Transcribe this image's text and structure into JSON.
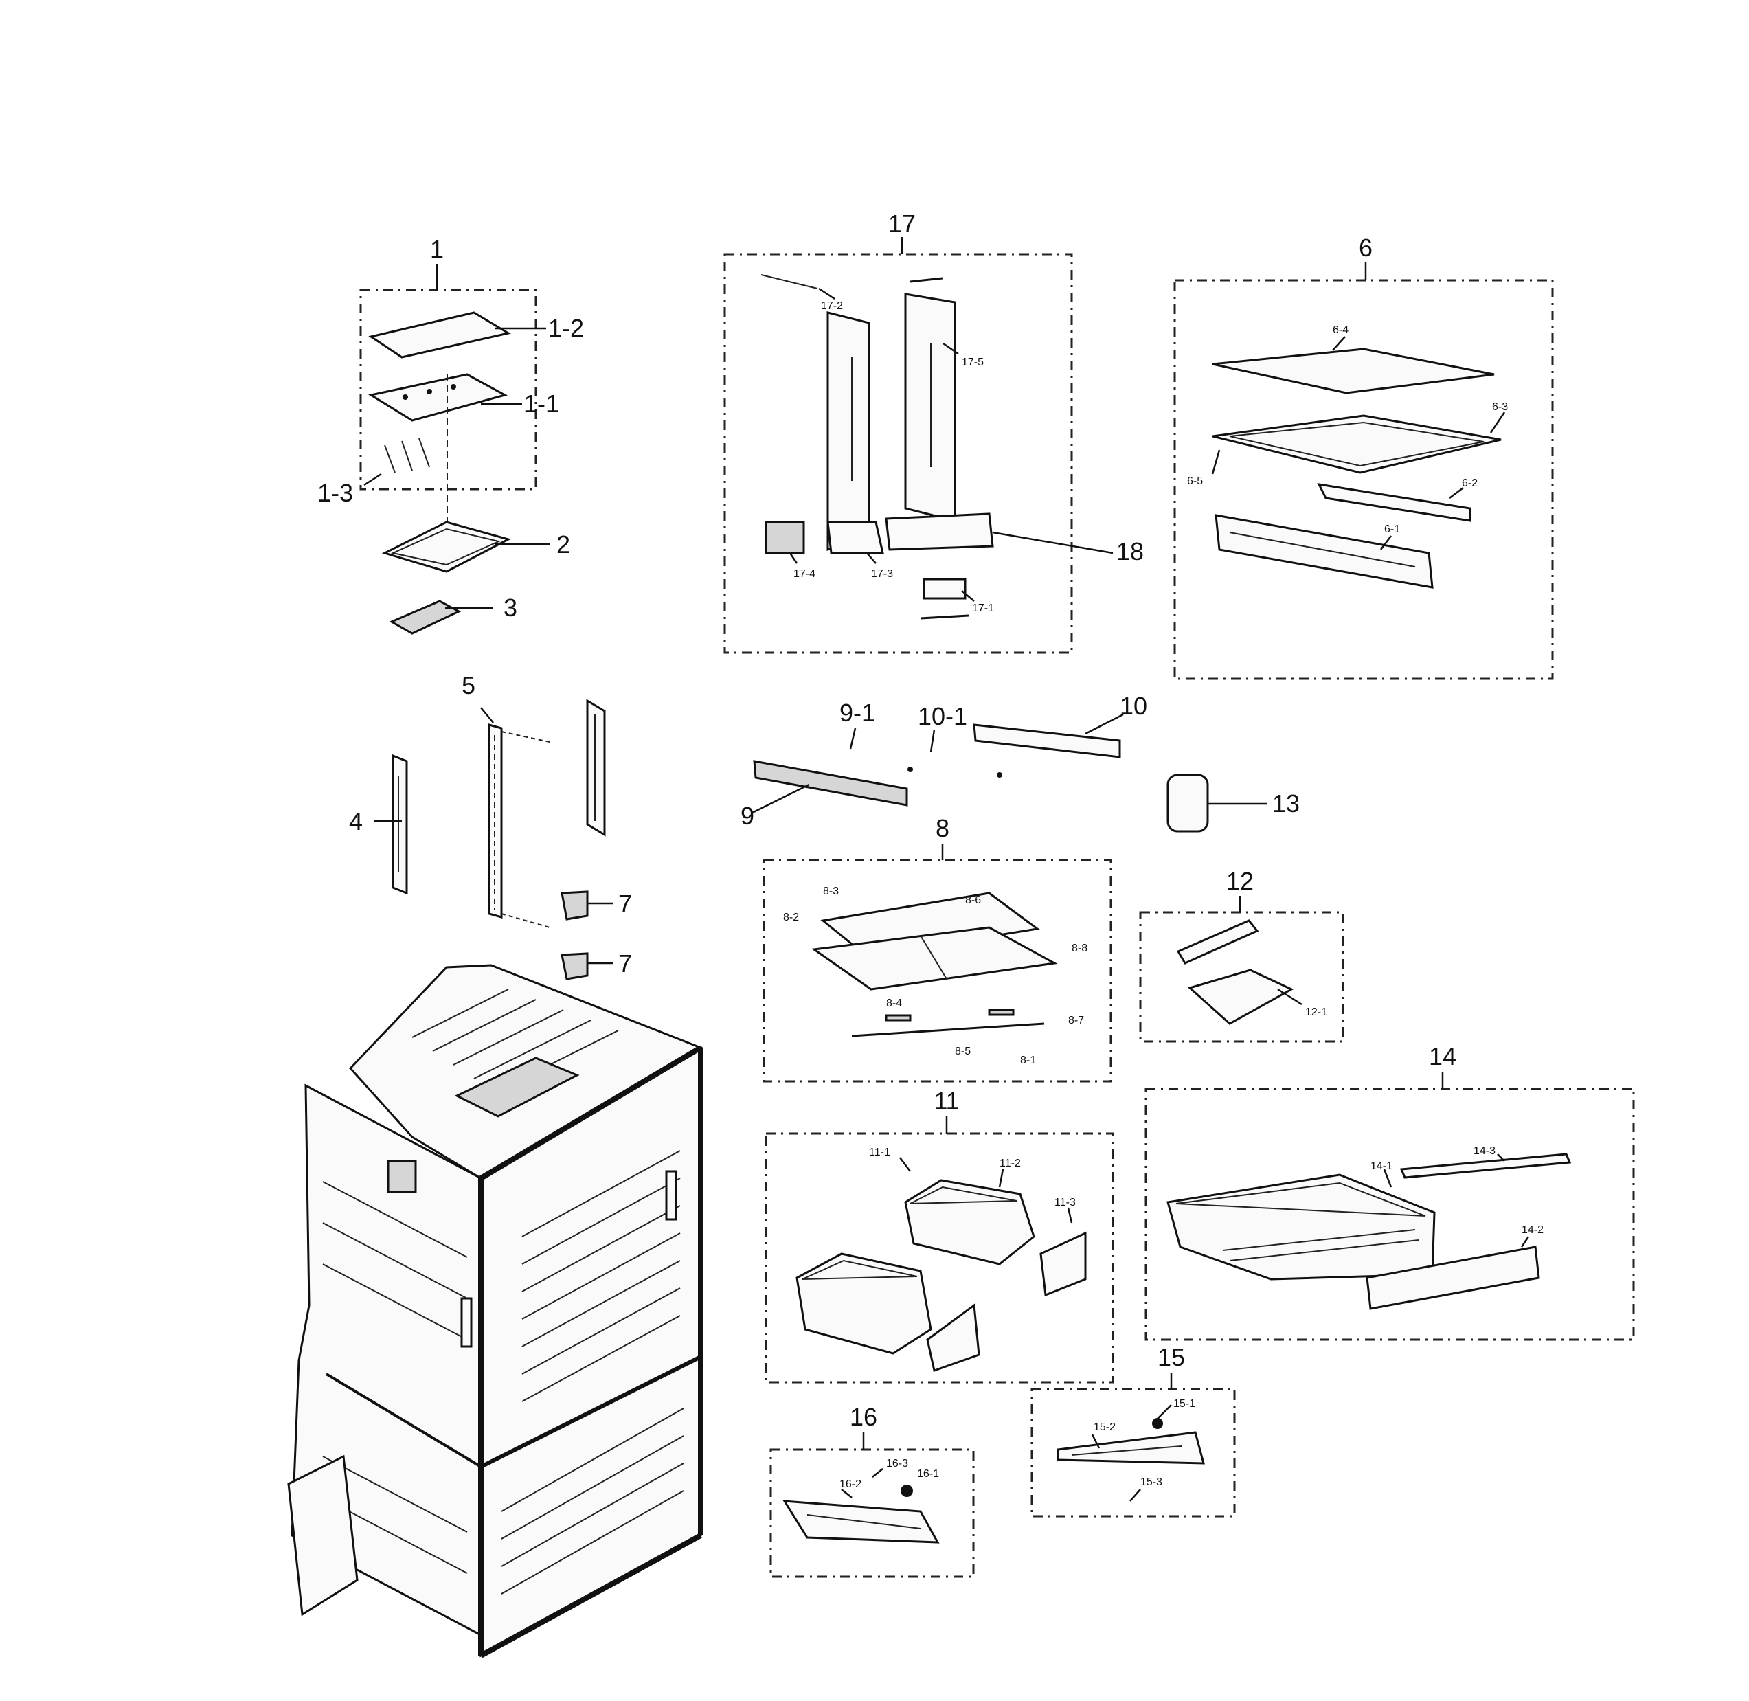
{
  "labels": {
    "l1": "1",
    "l1_1": "1-1",
    "l1_2": "1-2",
    "l1_3": "1-3",
    "l2": "2",
    "l3": "3",
    "l4": "4",
    "l5": "5",
    "l6": "6",
    "l6_1": "6-1",
    "l6_2": "6-2",
    "l6_3": "6-3",
    "l6_4": "6-4",
    "l6_5": "6-5",
    "l7a": "7",
    "l7b": "7",
    "l8": "8",
    "l8_1": "8-1",
    "l8_2": "8-2",
    "l8_3": "8-3",
    "l8_4": "8-4",
    "l8_5": "8-5",
    "l8_6": "8-6",
    "l8_7": "8-7",
    "l8_8": "8-8",
    "l9": "9",
    "l9_1": "9-1",
    "l10": "10",
    "l10_1": "10-1",
    "l11": "11",
    "l11_1": "11-1",
    "l11_2": "11-2",
    "l11_3": "11-3",
    "l12": "12",
    "l12_1": "12-1",
    "l13": "13",
    "l14": "14",
    "l14_1": "14-1",
    "l14_2": "14-2",
    "l14_3": "14-3",
    "l15": "15",
    "l15_1": "15-1",
    "l15_2": "15-2",
    "l15_3": "15-3",
    "l16": "16",
    "l16_1": "16-1",
    "l16_2": "16-2",
    "l16_3": "16-3",
    "l17": "17",
    "l17_1": "17-1",
    "l17_2": "17-2",
    "l17_3": "17-3",
    "l17_4": "17-4",
    "l17_5": "17-5",
    "l18": "18"
  }
}
